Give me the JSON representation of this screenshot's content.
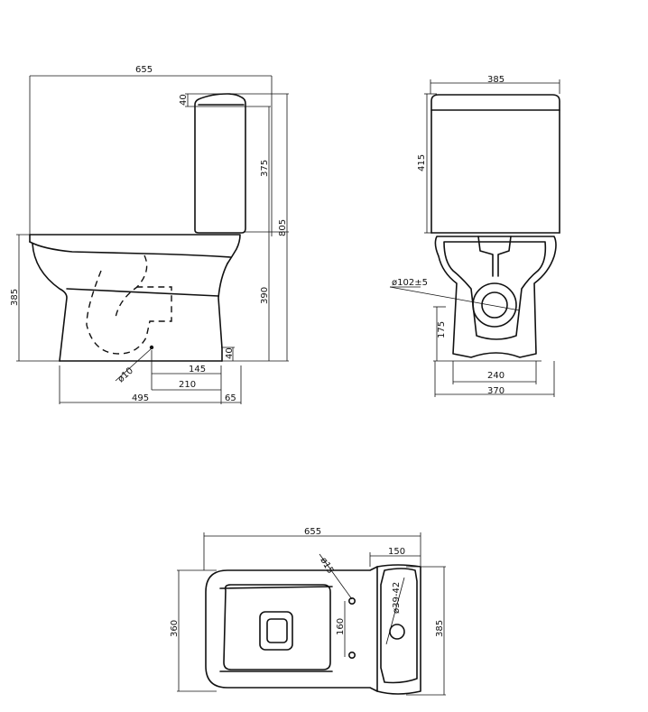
{
  "side_view": {
    "overall_length": "655",
    "tank_lid_height": "40",
    "tank_height": "375",
    "total_height": "805",
    "bowl_height": "385",
    "seat_height": "390",
    "waste_height": "40",
    "waste_diameter": "ø10",
    "waste_offset_145": "145",
    "waste_offset_210": "210",
    "base_length": "495",
    "rear_gap": "65"
  },
  "front_view": {
    "tank_width": "385",
    "tank_height": "415",
    "outlet_diameter": "ø102±5",
    "outlet_height": "175",
    "foot_width": "240",
    "base_width": "370"
  },
  "top_view": {
    "overall_length": "655",
    "hole_diameter": "ø15",
    "tank_depth": "150",
    "flush_diameter": "ø39-42",
    "hole_spacing": "160",
    "bowl_width": "360",
    "tank_width": "385"
  }
}
